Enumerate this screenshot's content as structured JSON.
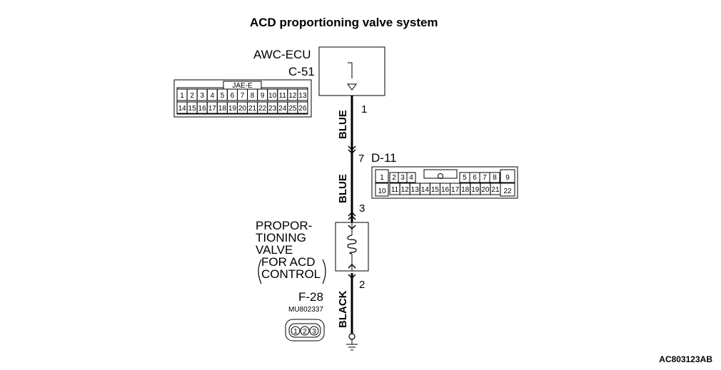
{
  "title": "ACD proportioning valve system",
  "ecu": {
    "name": "AWC-ECU",
    "connector": "C-51"
  },
  "connector_jae": {
    "label": "JAE-E",
    "row1": [
      "1",
      "2",
      "3",
      "4",
      "5",
      "6",
      "7",
      "8",
      "9",
      "10",
      "11",
      "12",
      "13"
    ],
    "row2": [
      "14",
      "15",
      "16",
      "17",
      "18",
      "19",
      "20",
      "21",
      "22",
      "23",
      "24",
      "25",
      "26"
    ]
  },
  "wire_top": {
    "pin_ecu": "1",
    "color": "BLUE",
    "pin_joint": "7"
  },
  "joint_connector": {
    "name": "D-11",
    "row1": [
      "1",
      "2",
      "3",
      "4",
      "5",
      "6",
      "7",
      "8",
      "9"
    ],
    "row2": [
      "10",
      "11",
      "12",
      "13",
      "14",
      "15",
      "16",
      "17",
      "18",
      "19",
      "20",
      "21",
      "22"
    ]
  },
  "wire_mid": {
    "color": "BLUE",
    "pin_valve": "3"
  },
  "valve": {
    "lines": [
      "PROPOR-",
      "TIONING",
      "VALVE",
      "FOR ACD",
      "CONTROL"
    ]
  },
  "wire_bottom": {
    "pin_valve": "2",
    "color": "BLACK"
  },
  "valve_connector": {
    "name": "F-28",
    "part": "MU802337",
    "pins": [
      "1",
      "2",
      "3"
    ]
  },
  "figure_code": "AC803123AB"
}
